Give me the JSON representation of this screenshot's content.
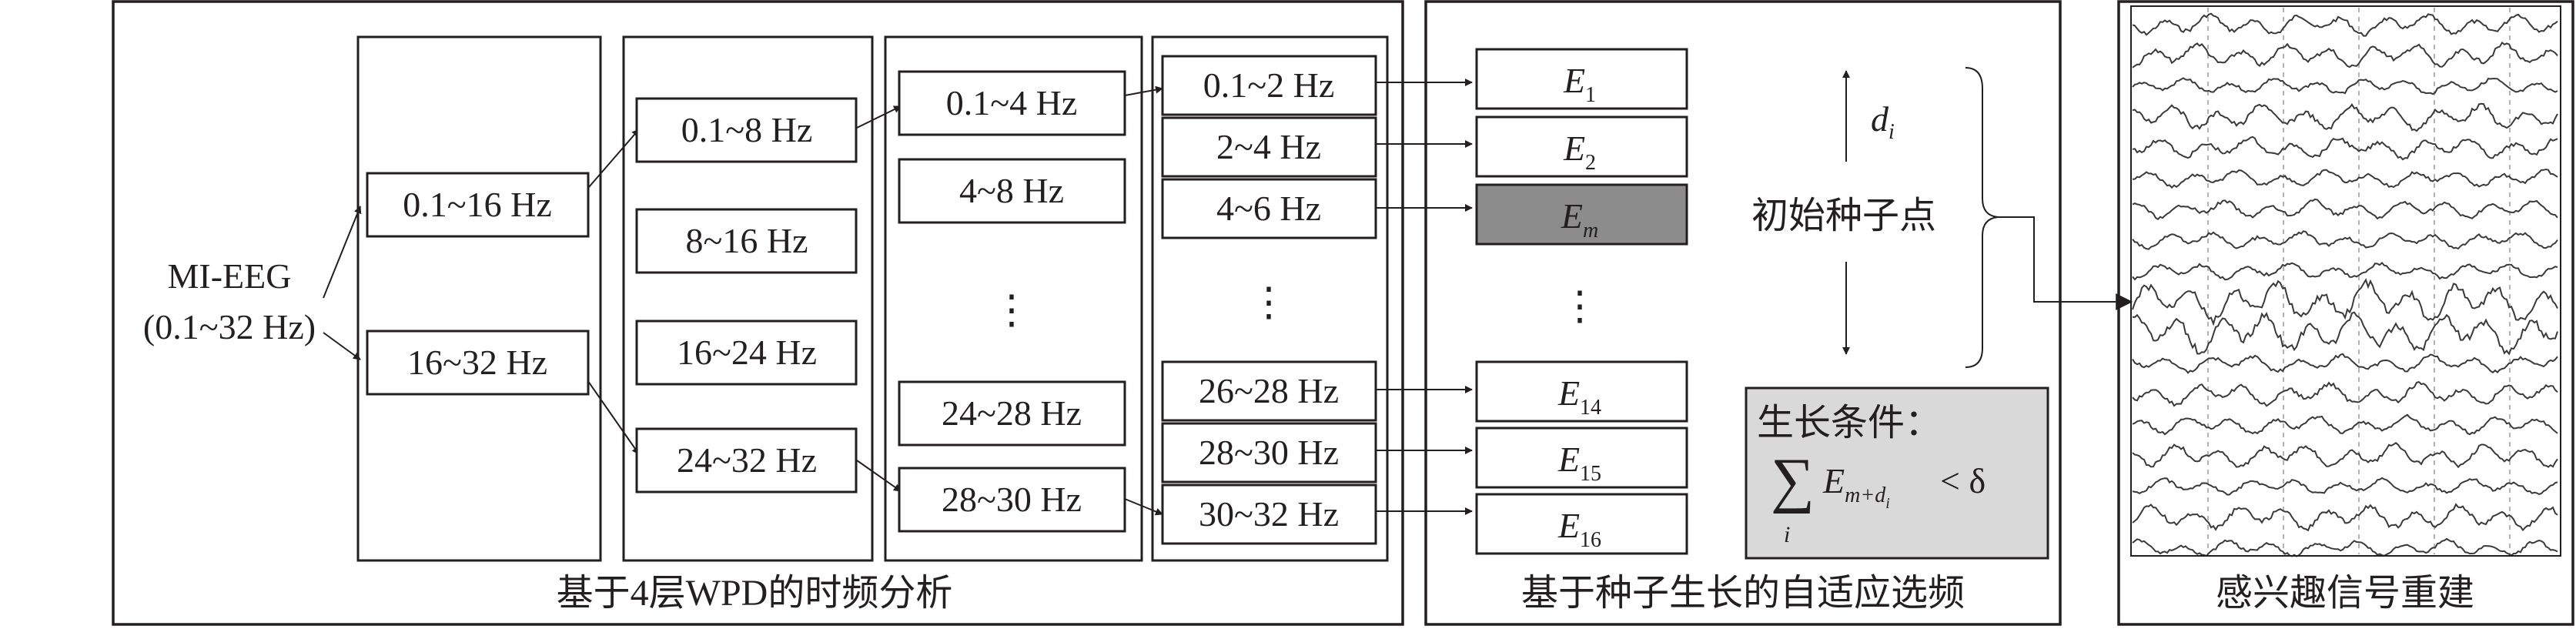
{
  "input": {
    "name": "MI-EEG",
    "range": "(0.1~32 Hz)"
  },
  "wpd": {
    "caption": "基于4层WPD的时频分析",
    "level1": [
      "0.1~16 Hz",
      "16~32 Hz"
    ],
    "level2": [
      "0.1~8 Hz",
      "8~16 Hz",
      "16~24 Hz",
      "24~32 Hz"
    ],
    "level3": [
      "0.1~4 Hz",
      "4~8 Hz",
      "24~28 Hz",
      "28~30 Hz"
    ],
    "level4": [
      "0.1~2 Hz",
      "2~4 Hz",
      "4~6 Hz",
      "26~28 Hz",
      "28~30 Hz",
      "30~32 Hz"
    ],
    "ellipsis": "⋮"
  },
  "selection": {
    "caption": "基于种子生长的自适应选频",
    "energies": [
      {
        "base": "E",
        "sub": "1"
      },
      {
        "base": "E",
        "sub": "2"
      },
      {
        "base": "E",
        "sub": "m"
      },
      {
        "base": "E",
        "sub": "14"
      },
      {
        "base": "E",
        "sub": "15"
      },
      {
        "base": "E",
        "sub": "16"
      }
    ],
    "distance": {
      "base": "d",
      "sub": "i"
    },
    "seed_label": "初始种子点",
    "growth": {
      "title": "生长条件：",
      "sum_symbol": "∑",
      "sum_index": "i",
      "term_base": "E",
      "term_sub": "m+d",
      "term_sub2": "i",
      "relation": "< δ"
    },
    "colors": {
      "seed_fill": "#8c8c8c",
      "growth_fill": "#d9d9d9"
    }
  },
  "reconstruction": {
    "caption": "感兴趣信号重建"
  }
}
